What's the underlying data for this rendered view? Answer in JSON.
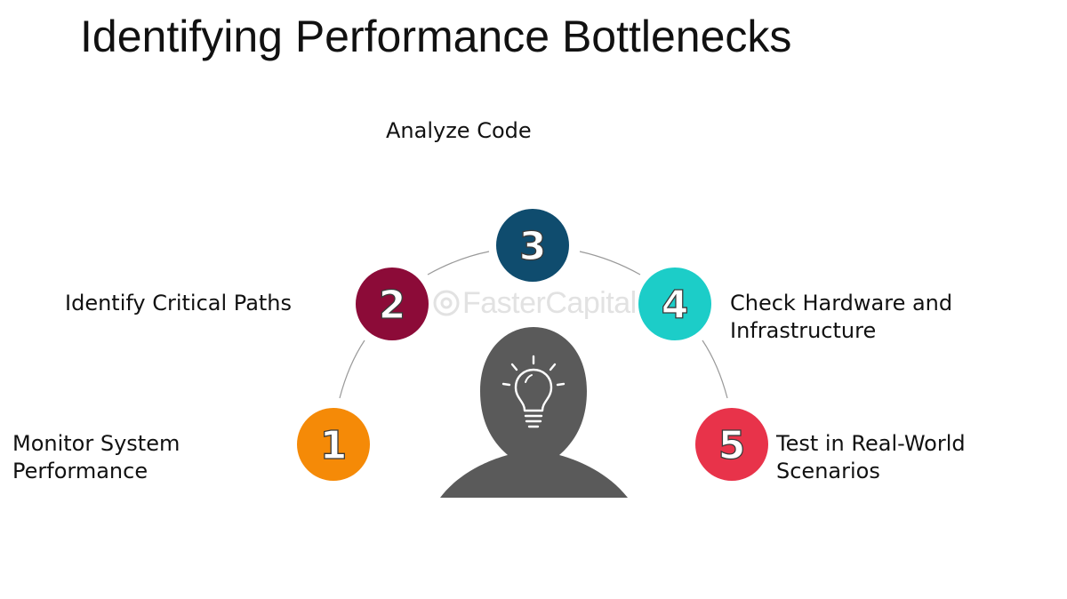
{
  "title": "Identifying Performance Bottlenecks",
  "watermark": "FasterCapital",
  "steps": [
    {
      "number": "1",
      "lines": [
        "Monitor System",
        "Performance"
      ],
      "color": "#f58a07"
    },
    {
      "number": "2",
      "lines": [
        "Identify Critical Paths"
      ],
      "color": "#8c0b38"
    },
    {
      "number": "3",
      "lines": [
        "Analyze Code"
      ],
      "color": "#0f4c6e"
    },
    {
      "number": "4",
      "lines": [
        "Check Hardware and",
        "Infrastructure"
      ],
      "color": "#1ccdc8"
    },
    {
      "number": "5",
      "lines": [
        "Test in Real-World",
        "Scenarios"
      ],
      "color": "#e8334a"
    }
  ],
  "center_icon": "head-with-lightbulb-icon"
}
